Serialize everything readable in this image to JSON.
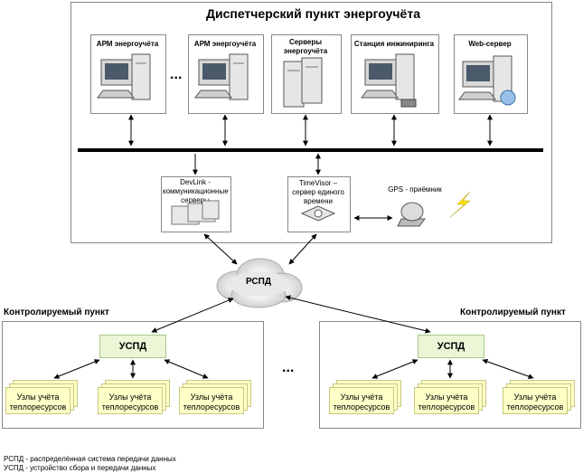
{
  "center": {
    "title": "Диспетчерский пункт энергоучёта",
    "workstations": [
      {
        "label": "АРМ энергоучёта"
      },
      {
        "label": "АРМ энергоучёта"
      },
      {
        "label": "Серверы энергоучёта"
      },
      {
        "label": "Станция инжиниринга"
      },
      {
        "label": "Web-сервер"
      }
    ],
    "ellipsis": "...",
    "devlink": "DevLink - коммуникационные серверы",
    "timevisor": "TimeVisor – сервер единого времени",
    "gps": "GPS - приёмник"
  },
  "network": {
    "label": "РСПД"
  },
  "sites": [
    {
      "title": "Контролируемый пункт",
      "uspd": "УСПД",
      "nodes": [
        "Узлы учёта теплоресурсов",
        "Узлы учёта теплоресурсов",
        "Узлы учёта теплоресурсов"
      ]
    },
    {
      "title": "Контролируемый пункт",
      "uspd": "УСПД",
      "nodes": [
        "Узлы учёта теплоресурсов",
        "Узлы учёта теплоресурсов",
        "Узлы учёта теплоресурсов"
      ]
    }
  ],
  "sites_ellipsis": "...",
  "legend": [
    "РСПД - распределённая система передачи данных",
    "УСПД - устройство сбора и передачи данных"
  ]
}
